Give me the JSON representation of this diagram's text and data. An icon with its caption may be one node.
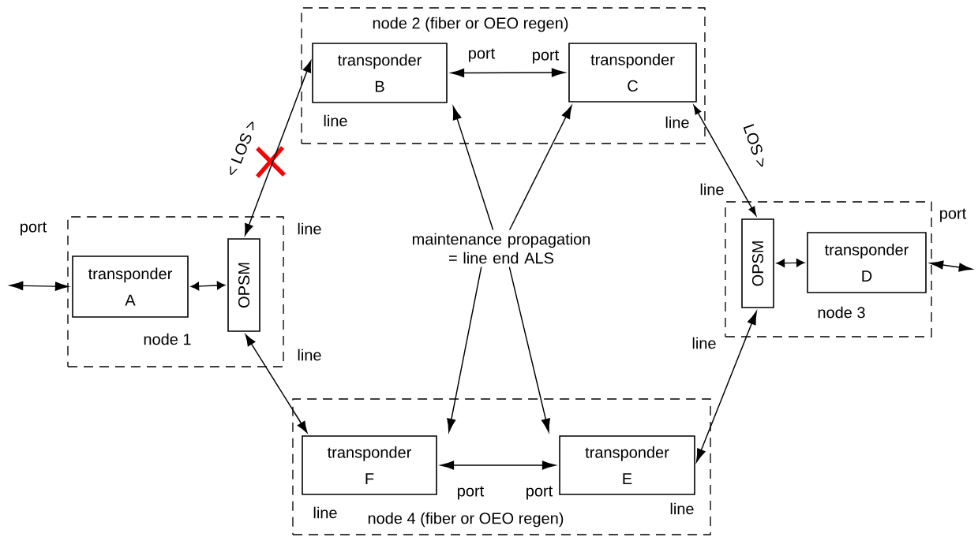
{
  "diagram": {
    "nodes": [
      {
        "text": [
          "node 1"
        ]
      },
      {
        "text": [
          "transponder A"
        ],
        "in": 0
      },
      {
        "text": [
          "OPSM"
        ],
        "in": 0
      },
      {
        "text": [
          "node 2 (fiber or OEO regen)"
        ]
      },
      {
        "text": [
          "transponder B"
        ],
        "in": 3
      },
      {
        "text": [
          "transponder C"
        ],
        "in": 3
      },
      {
        "text": [
          "node 3"
        ]
      },
      {
        "text": [
          "OPSM"
        ],
        "in": 6
      },
      {
        "text": [
          "transponder D"
        ],
        "in": 6
      },
      {
        "text": [
          "node 4 (fiber or OEO regen)"
        ]
      },
      {
        "text": [
          "transponder F"
        ],
        "in": 9
      },
      {
        "text": [
          "transponder E"
        ],
        "in": 9
      },
      {
        "text": [
          "maintenance propagation = line end ALS"
        ]
      }
    ],
    "edges": [
      {
        "from": null,
        "to": 1,
        "arrow": "both"
      },
      {
        "from": 1,
        "to": 2,
        "arrow": "both"
      },
      {
        "from": 2,
        "to": 4,
        "arrow": "both",
        "label": "< LOS >"
      },
      {
        "from": 4,
        "to": 5,
        "arrow": "both"
      },
      {
        "from": 5,
        "to": 7,
        "arrow": "both",
        "label": "LOS >"
      },
      {
        "from": 7,
        "to": 8,
        "arrow": "both"
      },
      {
        "from": 8,
        "to": null,
        "arrow": "both"
      },
      {
        "from": 7,
        "to": 11,
        "arrow": "both"
      },
      {
        "from": 10,
        "to": 11,
        "arrow": "both"
      },
      {
        "from": 2,
        "to": 10,
        "arrow": "both"
      },
      {
        "from": 12,
        "to": 4,
        "arrow": "to"
      },
      {
        "from": 12,
        "to": 5,
        "arrow": "to"
      },
      {
        "from": 12,
        "to": 10,
        "arrow": "to"
      },
      {
        "from": 12,
        "to": 11,
        "arrow": "to"
      }
    ],
    "labels": [
      "port",
      "port",
      "line",
      "line",
      "line",
      "port",
      "port",
      "line",
      "line",
      "line",
      "line",
      "port",
      "port",
      "line"
    ]
  }
}
